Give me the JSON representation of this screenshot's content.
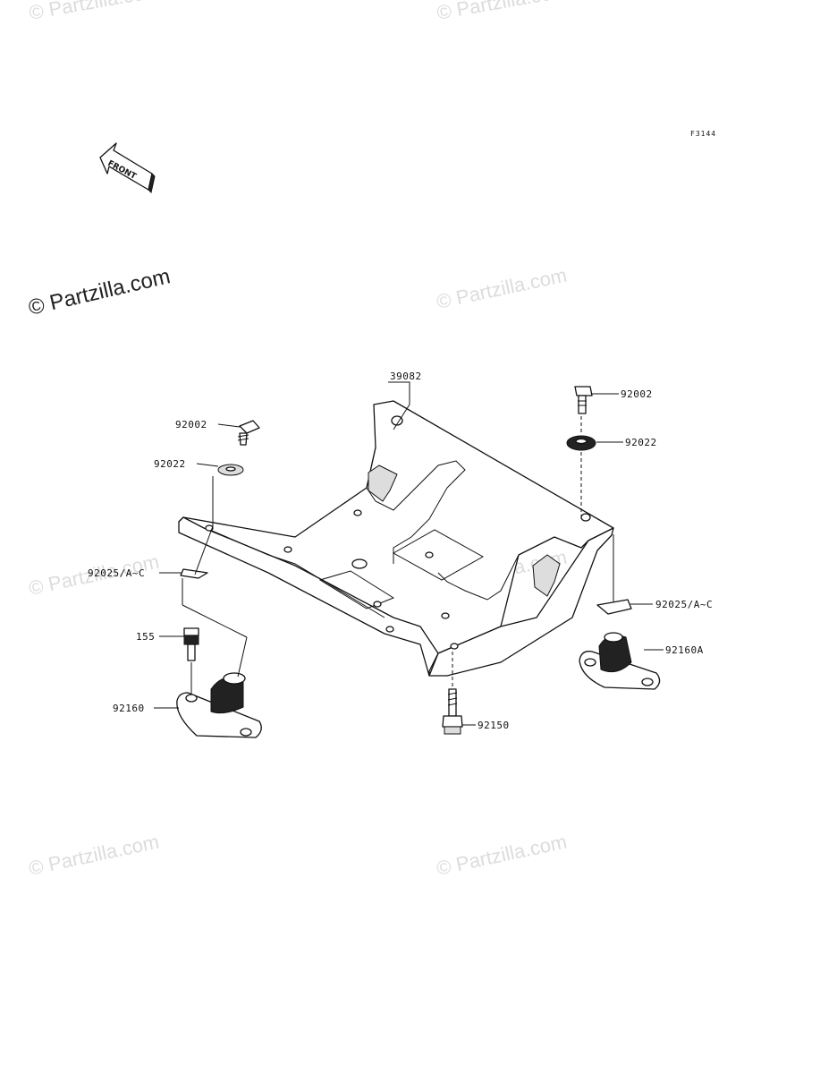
{
  "figure_code": "F3144",
  "front_label": "FRONT",
  "watermark_text": "© Partzilla.com",
  "watermark_main": "© Partzilla.com",
  "callouts": {
    "plate": "39082",
    "bolt_left": "92002",
    "bolt_right": "92002",
    "washer_left": "92022",
    "washer_right": "92022",
    "clip_left": "92025/A~C",
    "clip_right": "92025/A~C",
    "bolt_155": "155",
    "mount_left": "92160",
    "mount_right": "92160A",
    "bolt_bottom": "92150"
  },
  "colors": {
    "line": "#111111",
    "watermark": "#dcdcdc",
    "background": "#ffffff"
  }
}
